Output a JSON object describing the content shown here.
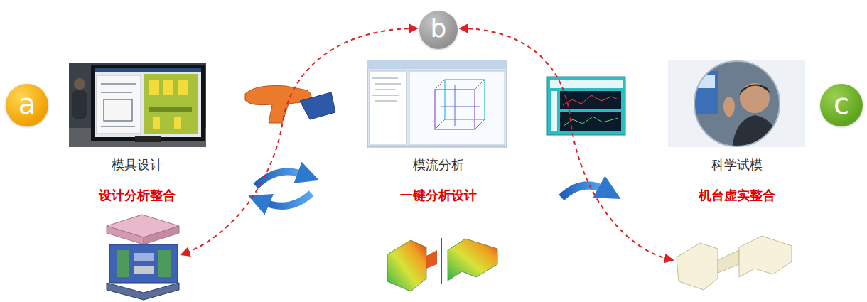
{
  "diagram": {
    "nodes": [
      {
        "text": [
          "a"
        ]
      },
      {
        "text": [
          "模具设计",
          "设计分析整合"
        ]
      },
      {
        "text": [
          "b"
        ]
      },
      {
        "text": [
          "模流分析",
          "一键分析设计"
        ]
      },
      {
        "text": [
          "c"
        ]
      },
      {
        "text": [
          "科学试模",
          "机台虚实整合"
        ]
      }
    ]
  }
}
